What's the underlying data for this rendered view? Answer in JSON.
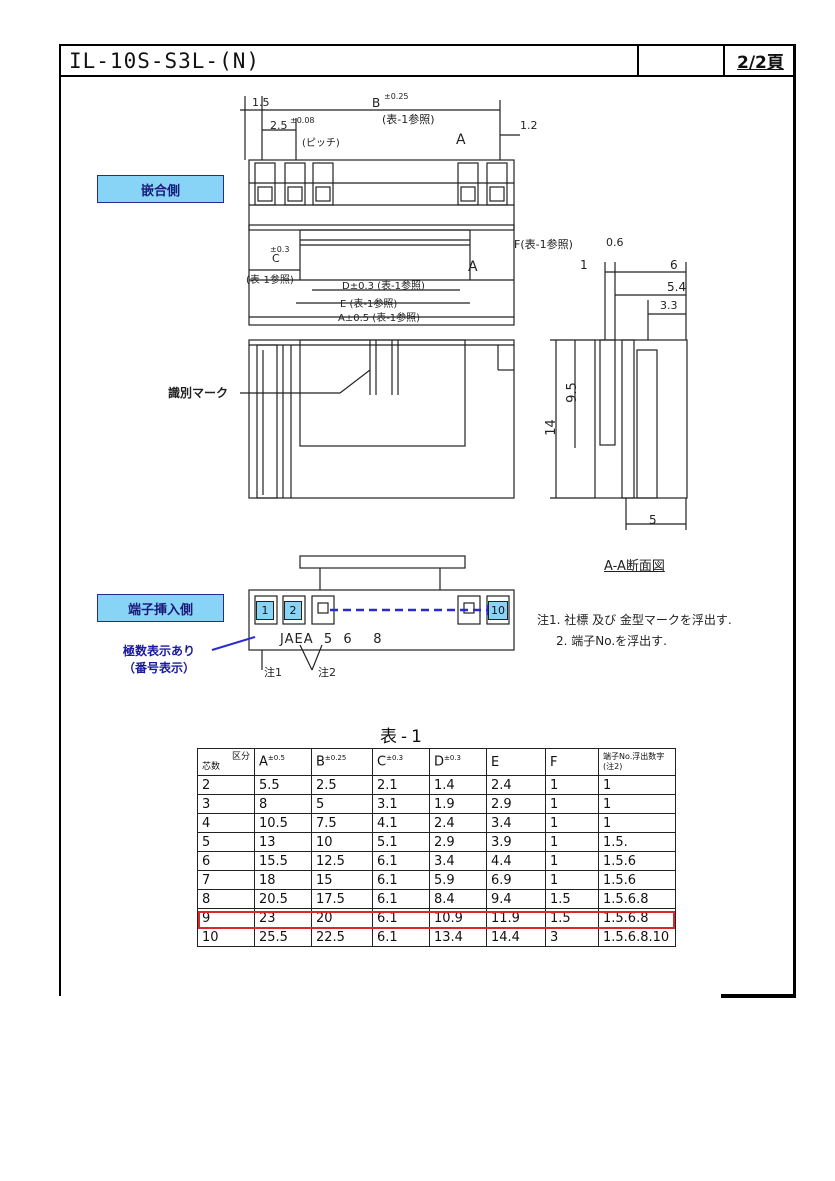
{
  "header": {
    "part_number": "IL-10S-S3L-(N)",
    "page": "2/2頁"
  },
  "callouts": {
    "mating_side": "嵌合側",
    "insertion_side": "端子挿入側",
    "polarity_note_line1": "極数表示あり",
    "polarity_note_line2": "（番号表示）"
  },
  "labels": {
    "id_mark": "識別マーク",
    "dim_b": "B",
    "dim_b_tol": "±0.25",
    "dim_b_ref": "(表-1参照)",
    "dim_15": "1.5",
    "dim_25": "2.5",
    "dim_25_tol": "±0.08",
    "pitch": "(ピッチ)",
    "section_a": "A",
    "dim_12": "1.2",
    "dim_f": "F(表-1参照)",
    "dim_06": "0.6",
    "dim_c": "C",
    "dim_c_tol": "±0.3",
    "dim_c_ref": "(表-1参照)",
    "dim_d": "D±0.3 (表-1参照)",
    "dim_e": "E (表-1参照)",
    "dim_a": "A±0.5 (表-1参照)",
    "dim_1": "1",
    "dim_6": "6",
    "dim_54": "5.4",
    "dim_33": "3.3",
    "dim_95": "9.5",
    "dim_14": "14",
    "dim_5": "5",
    "section_title": "A-A断面図",
    "pin_numbers": [
      "1",
      "2",
      "10"
    ],
    "marks_row": "JAEA  5  6    8",
    "note_ref1": "注2",
    "note_ref2": "注1",
    "note1": "注1. 社標 及び 金型マークを浮出す.",
    "note2": "2. 端子No.を浮出す."
  },
  "table": {
    "title": "表-1",
    "corner_top": "区分",
    "corner_bottom": "芯数",
    "headers": [
      {
        "name": "A",
        "tol": "±0.5"
      },
      {
        "name": "B",
        "tol": "±0.25"
      },
      {
        "name": "C",
        "tol": "±0.3"
      },
      {
        "name": "D",
        "tol": "±0.3"
      },
      {
        "name": "E",
        "tol": ""
      },
      {
        "name": "F",
        "tol": ""
      },
      {
        "name": "端子No.浮出数字",
        "tol": "(注2)"
      }
    ],
    "rows": [
      [
        "2",
        "5.5",
        "2.5",
        "2.1",
        "1.4",
        "2.4",
        "1",
        "1"
      ],
      [
        "3",
        "8",
        "5",
        "3.1",
        "1.9",
        "2.9",
        "1",
        "1"
      ],
      [
        "4",
        "10.5",
        "7.5",
        "4.1",
        "2.4",
        "3.4",
        "1",
        "1"
      ],
      [
        "5",
        "13",
        "10",
        "5.1",
        "2.9",
        "3.9",
        "1",
        "1.5."
      ],
      [
        "6",
        "15.5",
        "12.5",
        "6.1",
        "3.4",
        "4.4",
        "1",
        "1.5.6"
      ],
      [
        "7",
        "18",
        "15",
        "6.1",
        "5.9",
        "6.9",
        "1",
        "1.5.6"
      ],
      [
        "8",
        "20.5",
        "17.5",
        "6.1",
        "8.4",
        "9.4",
        "1.5",
        "1.5.6.8"
      ],
      [
        "9",
        "23",
        "20",
        "6.1",
        "10.9",
        "11.9",
        "1.5",
        "1.5.6.8"
      ],
      [
        "10",
        "25.5",
        "22.5",
        "6.1",
        "13.4",
        "14.4",
        "3",
        "1.5.6.8.10"
      ]
    ]
  }
}
